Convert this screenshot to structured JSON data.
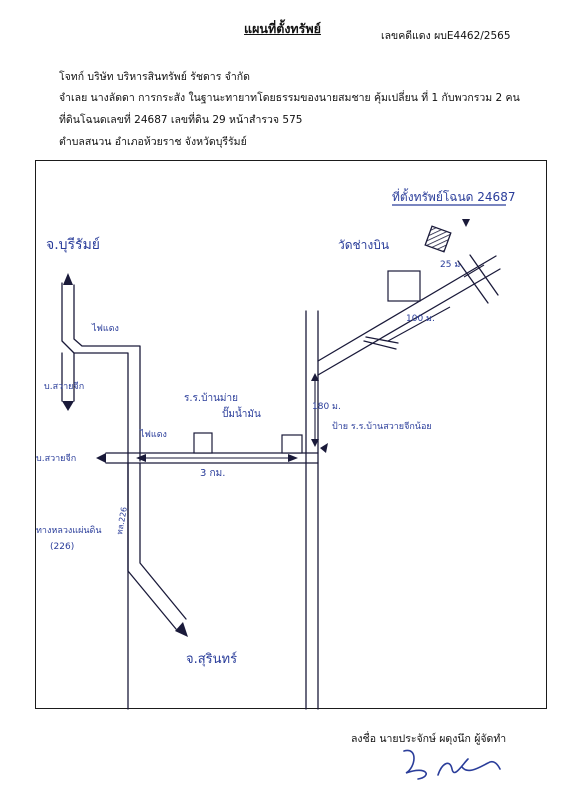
{
  "document": {
    "title": "แผนที่ตั้งทรัพย์",
    "case_number": "เลขคดีแดง ผบE4462/2565",
    "lines": [
      "โจทก์ บริษัท บริหารสินทรัพย์ รัชดาร จำกัด",
      "จำเลย นางลัดดา การกระสัง ในฐานะทายาทโดยธรรมของนายสมชาย คุ้มเปลี่ยน ที่ 1 กับพวกรวม 2 คน",
      "ที่ดินโฉนดเลขที่ 24687 เลขที่ดิน 29  หน้าสำรวจ 575",
      "ตำบลสนวน  อำเภอห้วยราช  จังหวัดบุรีรัมย์"
    ],
    "signer": "ลงชื่อ นายประจักษ์ ผดุงนึก ผู้จัดทำ"
  },
  "map": {
    "labels": {
      "property_label": "ที่ตั้งทรัพย์โฉนด 24687",
      "to_buriram": "จ.บุรีรัมย์",
      "traffic_light_1": "ไฟแดง",
      "traffic_light_2": "ไฟแดง",
      "to_huai_sawai_1": "บ.สวายจีก",
      "to_huai_sawai_2": "บ.สวายจีก",
      "highway_name": "ทางหลวงแผ่นดิน",
      "highway_number": "(226)",
      "highway_code": "ทล.226",
      "to_surin": "จ.สุรินทร์",
      "school_name": "ร.ร.บ้านม่าย",
      "fuel_station": "ปั๊มน้ำมัน",
      "distance_180m": "180 ม.",
      "signpost": "ป้าย ร.ร.บ้านสวายจีกน้อย",
      "distance_3km": "3 กม.",
      "temple": "วัดช่างบิน",
      "distance_100m": "100 ม.",
      "distance_25m": "25 ม."
    }
  }
}
